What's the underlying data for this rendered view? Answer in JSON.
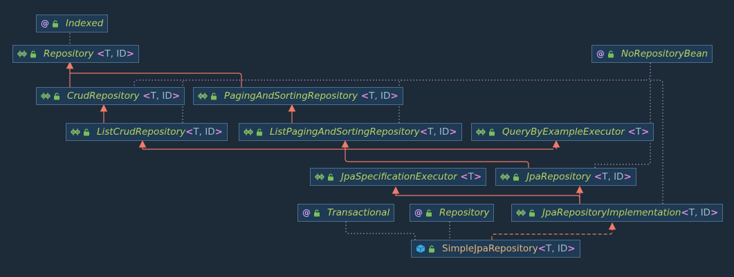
{
  "nodes": {
    "indexed": {
      "name": "Indexed",
      "params": "",
      "kind": "annotation"
    },
    "repository": {
      "name": "Repository",
      "params": "T, ID",
      "kind": "interface"
    },
    "no_repository_bean": {
      "name": "NoRepositoryBean",
      "params": "",
      "kind": "annotation"
    },
    "crud_repository": {
      "name": "CrudRepository",
      "params": "T, ID",
      "kind": "interface"
    },
    "paging_and_sorting_repository": {
      "name": "PagingAndSortingRepository",
      "params": "T, ID",
      "kind": "interface"
    },
    "list_crud_repository": {
      "name": "ListCrudRepository",
      "params": "T, ID",
      "kind": "interface"
    },
    "list_paging_and_sorting_repository": {
      "name": "ListPagingAndSortingRepository",
      "params": "T, ID",
      "kind": "interface"
    },
    "query_by_example_executor": {
      "name": "QueryByExampleExecutor",
      "params": "T",
      "kind": "interface"
    },
    "jpa_specification_executor": {
      "name": "JpaSpecificationExecutor",
      "params": "T",
      "kind": "interface"
    },
    "jpa_repository": {
      "name": "JpaRepository",
      "params": "T, ID",
      "kind": "interface"
    },
    "transactional": {
      "name": "Transactional",
      "params": "",
      "kind": "annotation"
    },
    "repository_annotation": {
      "name": "Repository",
      "params": "",
      "kind": "annotation"
    },
    "jpa_repository_implementation": {
      "name": "JpaRepositoryImplementation",
      "params": "T, ID",
      "kind": "interface"
    },
    "simple_jpa_repository": {
      "name": "SimpleJpaRepository",
      "params": "T, ID",
      "kind": "class"
    }
  },
  "edges": [
    {
      "from": "repository",
      "to": "indexed",
      "type": "annotated"
    },
    {
      "from": "crud_repository",
      "to": "repository",
      "type": "extends"
    },
    {
      "from": "paging_and_sorting_repository",
      "to": "repository",
      "type": "extends"
    },
    {
      "from": "list_crud_repository",
      "to": "crud_repository",
      "type": "extends"
    },
    {
      "from": "list_paging_and_sorting_repository",
      "to": "paging_and_sorting_repository",
      "type": "extends"
    },
    {
      "from": "jpa_repository",
      "to": "list_crud_repository",
      "type": "extends"
    },
    {
      "from": "jpa_repository",
      "to": "list_paging_and_sorting_repository",
      "type": "extends"
    },
    {
      "from": "jpa_repository",
      "to": "query_by_example_executor",
      "type": "extends"
    },
    {
      "from": "jpa_repository_implementation",
      "to": "jpa_specification_executor",
      "type": "extends"
    },
    {
      "from": "jpa_repository_implementation",
      "to": "jpa_repository",
      "type": "extends"
    },
    {
      "from": "simple_jpa_repository",
      "to": "jpa_repository_implementation",
      "type": "implements"
    },
    {
      "from": "list_crud_repository",
      "to": "no_repository_bean",
      "type": "annotated"
    },
    {
      "from": "list_paging_and_sorting_repository",
      "to": "no_repository_bean",
      "type": "annotated"
    },
    {
      "from": "jpa_repository",
      "to": "no_repository_bean",
      "type": "annotated"
    },
    {
      "from": "jpa_repository_implementation",
      "to": "no_repository_bean",
      "type": "annotated"
    },
    {
      "from": "simple_jpa_repository",
      "to": "transactional",
      "type": "annotated"
    },
    {
      "from": "simple_jpa_repository",
      "to": "repository_annotation",
      "type": "annotated"
    }
  ],
  "colors": {
    "background": "#1d2a38",
    "node_fill": "#1f3a54",
    "node_border": "#4f6f8a",
    "interface_name": "#b8d25e",
    "class_name": "#e8b47a",
    "generic_brackets": "#e08ad9",
    "type_params": "#a8b8c8",
    "extends_edge": "#f07b6a",
    "annotation_edge_purple": "#c98ae0",
    "annotation_edge_gray": "#9aa8b4"
  }
}
